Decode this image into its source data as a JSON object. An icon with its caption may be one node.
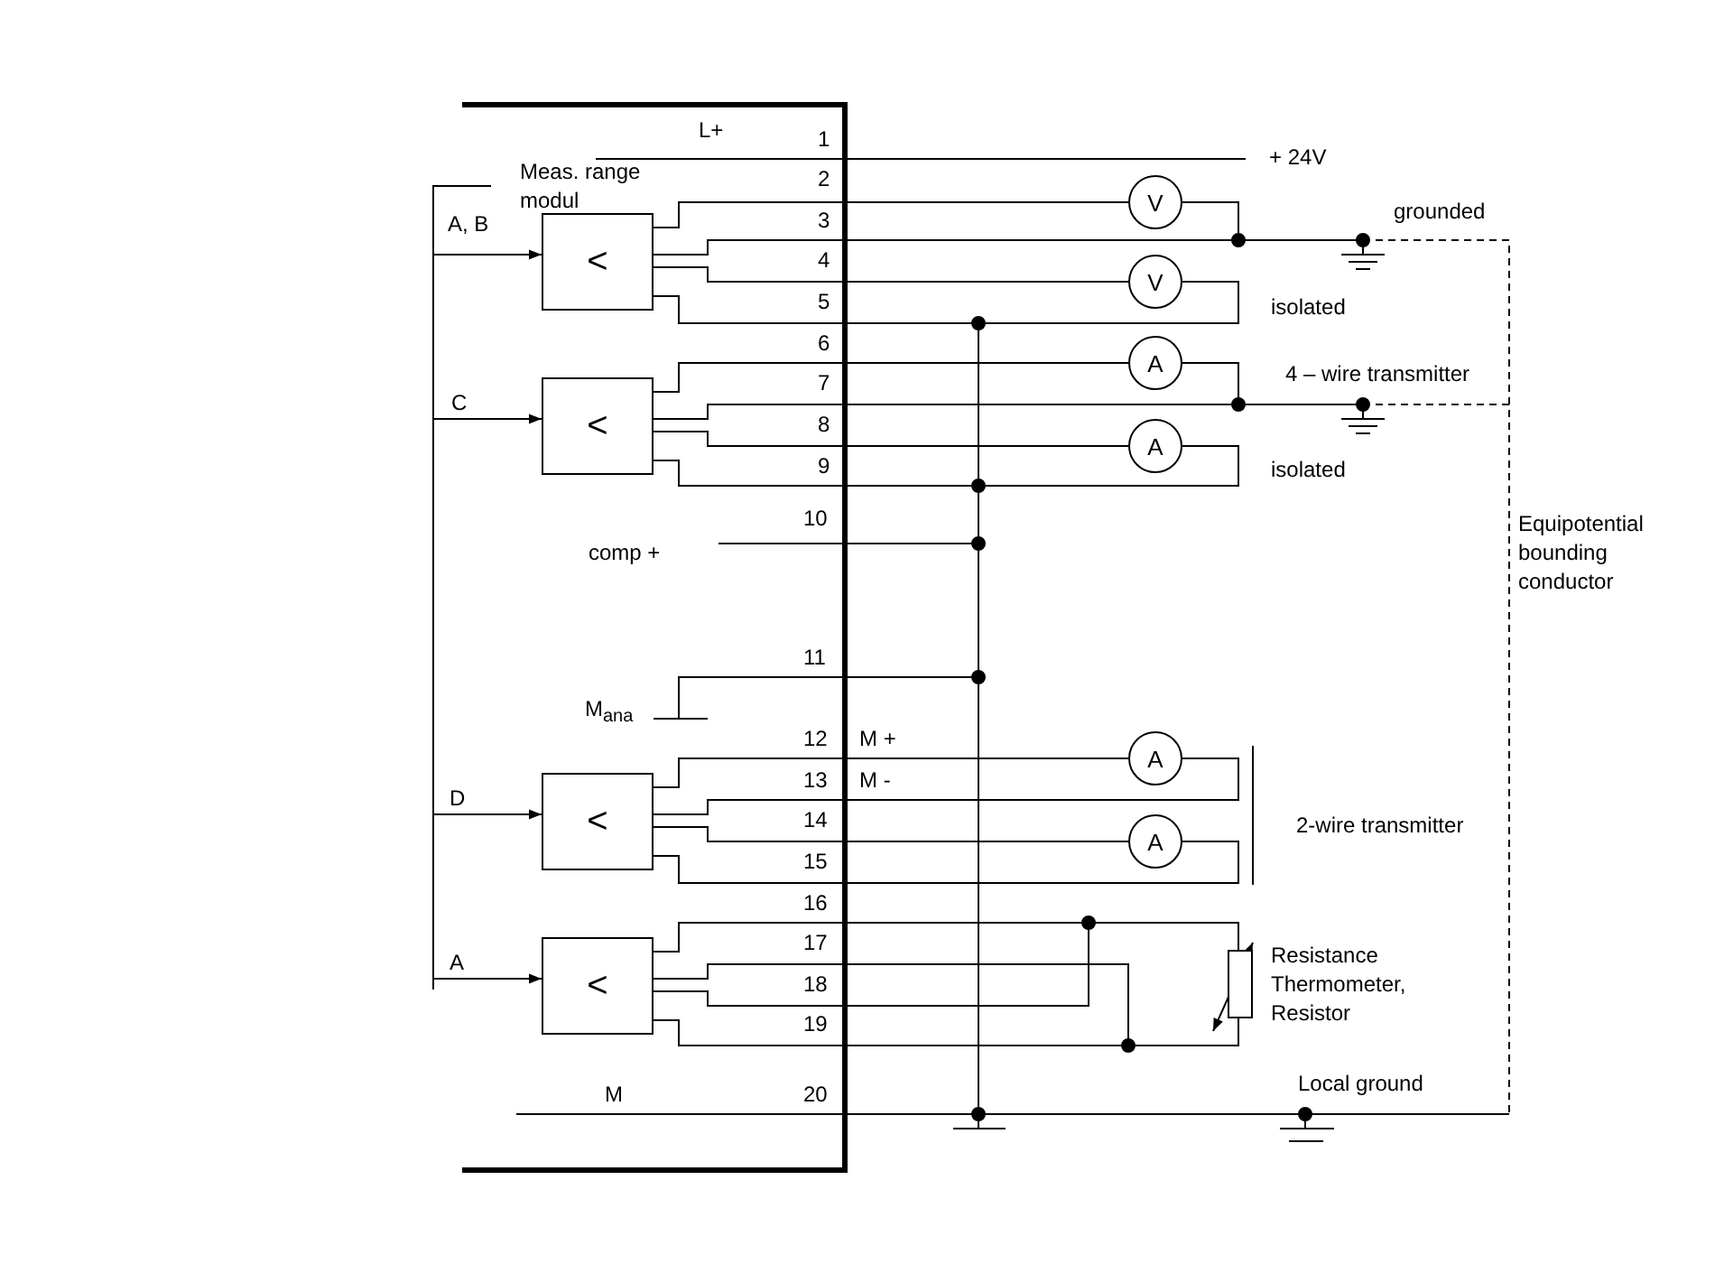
{
  "diagram": {
    "nodes": [
      {
        "text": [
          "<"
        ],
        "beside": [
          "Meas. range modul"
        ]
      },
      {
        "text": [
          "<"
        ]
      },
      {
        "text": [
          "<"
        ]
      },
      {
        "text": [
          "<"
        ]
      },
      {
        "text": [
          "V"
        ]
      },
      {
        "text": [
          "V"
        ]
      },
      {
        "text": [
          "A"
        ]
      },
      {
        "text": [
          "A"
        ]
      },
      {
        "text": [
          "A"
        ]
      },
      {
        "text": [
          "A"
        ]
      },
      {
        "text": [],
        "shape": "box",
        "beside": [
          "Resistance Thermometer, Resistor"
        ]
      }
    ],
    "edges": [
      {
        "from": null,
        "to": 0,
        "arrow": "to"
      },
      {
        "from": null,
        "to": 1,
        "arrow": "to"
      },
      {
        "from": null,
        "to": 2,
        "arrow": "to"
      },
      {
        "from": null,
        "to": 3,
        "arrow": "to"
      },
      {
        "from": 0,
        "to": 4,
        "arrow": "none"
      },
      {
        "from": 4,
        "to": 0,
        "arrow": "none"
      },
      {
        "from": 0,
        "to": 5,
        "arrow": "none"
      },
      {
        "from": 5,
        "to": 0,
        "arrow": "none"
      },
      {
        "from": 1,
        "to": 6,
        "arrow": "none"
      },
      {
        "from": 6,
        "to": 1,
        "arrow": "none"
      },
      {
        "from": 1,
        "to": 7,
        "arrow": "none"
      },
      {
        "from": 7,
        "to": 1,
        "arrow": "none"
      },
      {
        "from": 2,
        "to": 8,
        "arrow": "none"
      },
      {
        "from": 8,
        "to": 2,
        "arrow": "none"
      },
      {
        "from": 2,
        "to": 9,
        "arrow": "none"
      },
      {
        "from": 9,
        "to": 2,
        "arrow": "none"
      },
      {
        "from": 3,
        "to": 10,
        "arrow": "none"
      },
      {
        "from": 10,
        "to": 3,
        "arrow": "none"
      }
    ],
    "labels": [
      "L+",
      "1",
      "+ 24V",
      "2",
      "A, B",
      "3",
      "grounded",
      "4",
      "5",
      "isolated",
      "6",
      "4 – wire transmitter",
      "C",
      "7",
      "8",
      "9",
      "isolated",
      "10",
      "Equipotential bounding conductor",
      "comp +",
      "11",
      "M$_{ana}$",
      "12",
      "M +",
      "13",
      "M -",
      "D",
      "14",
      "2-wire transmitter",
      "15",
      "16",
      "A",
      "17",
      "18",
      "19",
      "Local ground",
      "M",
      "20"
    ]
  }
}
